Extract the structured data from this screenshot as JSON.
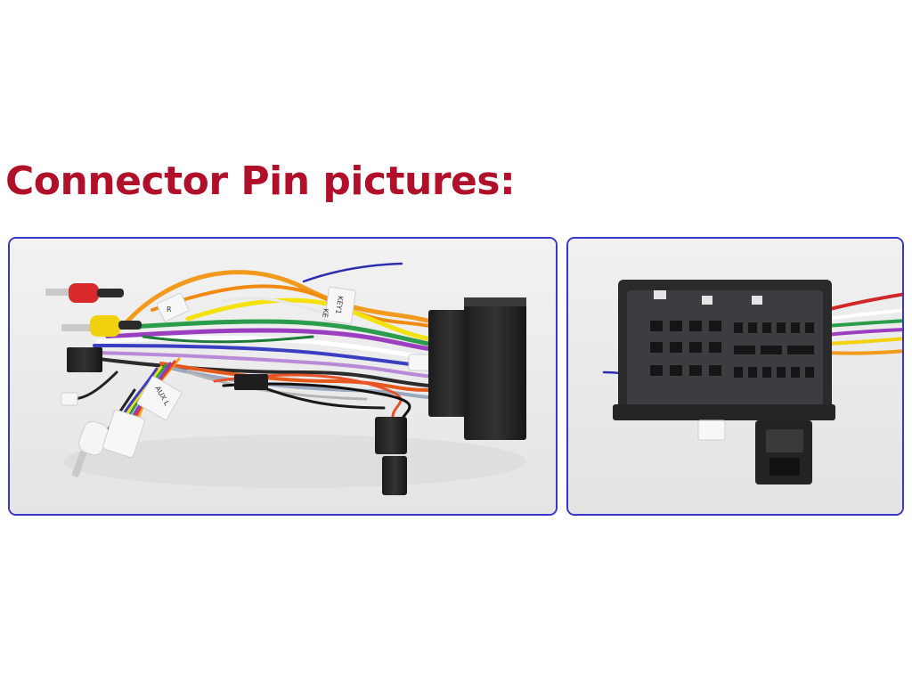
{
  "heading": "Connector Pin pictures:",
  "colors": {
    "heading": "#b1102a",
    "panel_border": "#3838c8",
    "panel_background": "#ebebeb"
  },
  "photos": {
    "left": {
      "subject": "car stereo wiring harness with RCA plugs and connectors",
      "labels": [
        "KEY1",
        "KE",
        "AUX L",
        "R"
      ]
    },
    "right": {
      "subject": "close-up of black multi-pin harness connector"
    }
  }
}
